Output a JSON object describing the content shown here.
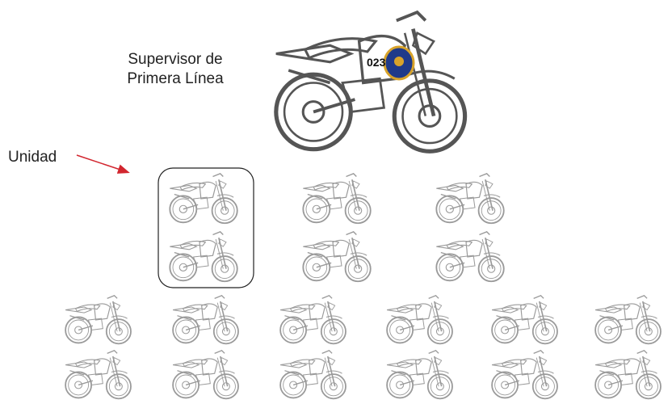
{
  "diagram": {
    "supervisor_label_line1": "Supervisor de",
    "supervisor_label_line2": "Primera Línea",
    "unit_label": "Unidad",
    "badge_number": "023",
    "colors": {
      "arrow": "#d2262f",
      "frame_stripe": "#c0392b",
      "frame_stripe_yellow": "#e8c42a",
      "badge_blue": "#1f3a8a",
      "badge_gold": "#d8a32a",
      "outline": "#555555",
      "faded_outline": "#9a9a9a"
    },
    "icons": {
      "supervisor": "motorcycle-icon",
      "unit": "motorcycle-icon"
    }
  }
}
